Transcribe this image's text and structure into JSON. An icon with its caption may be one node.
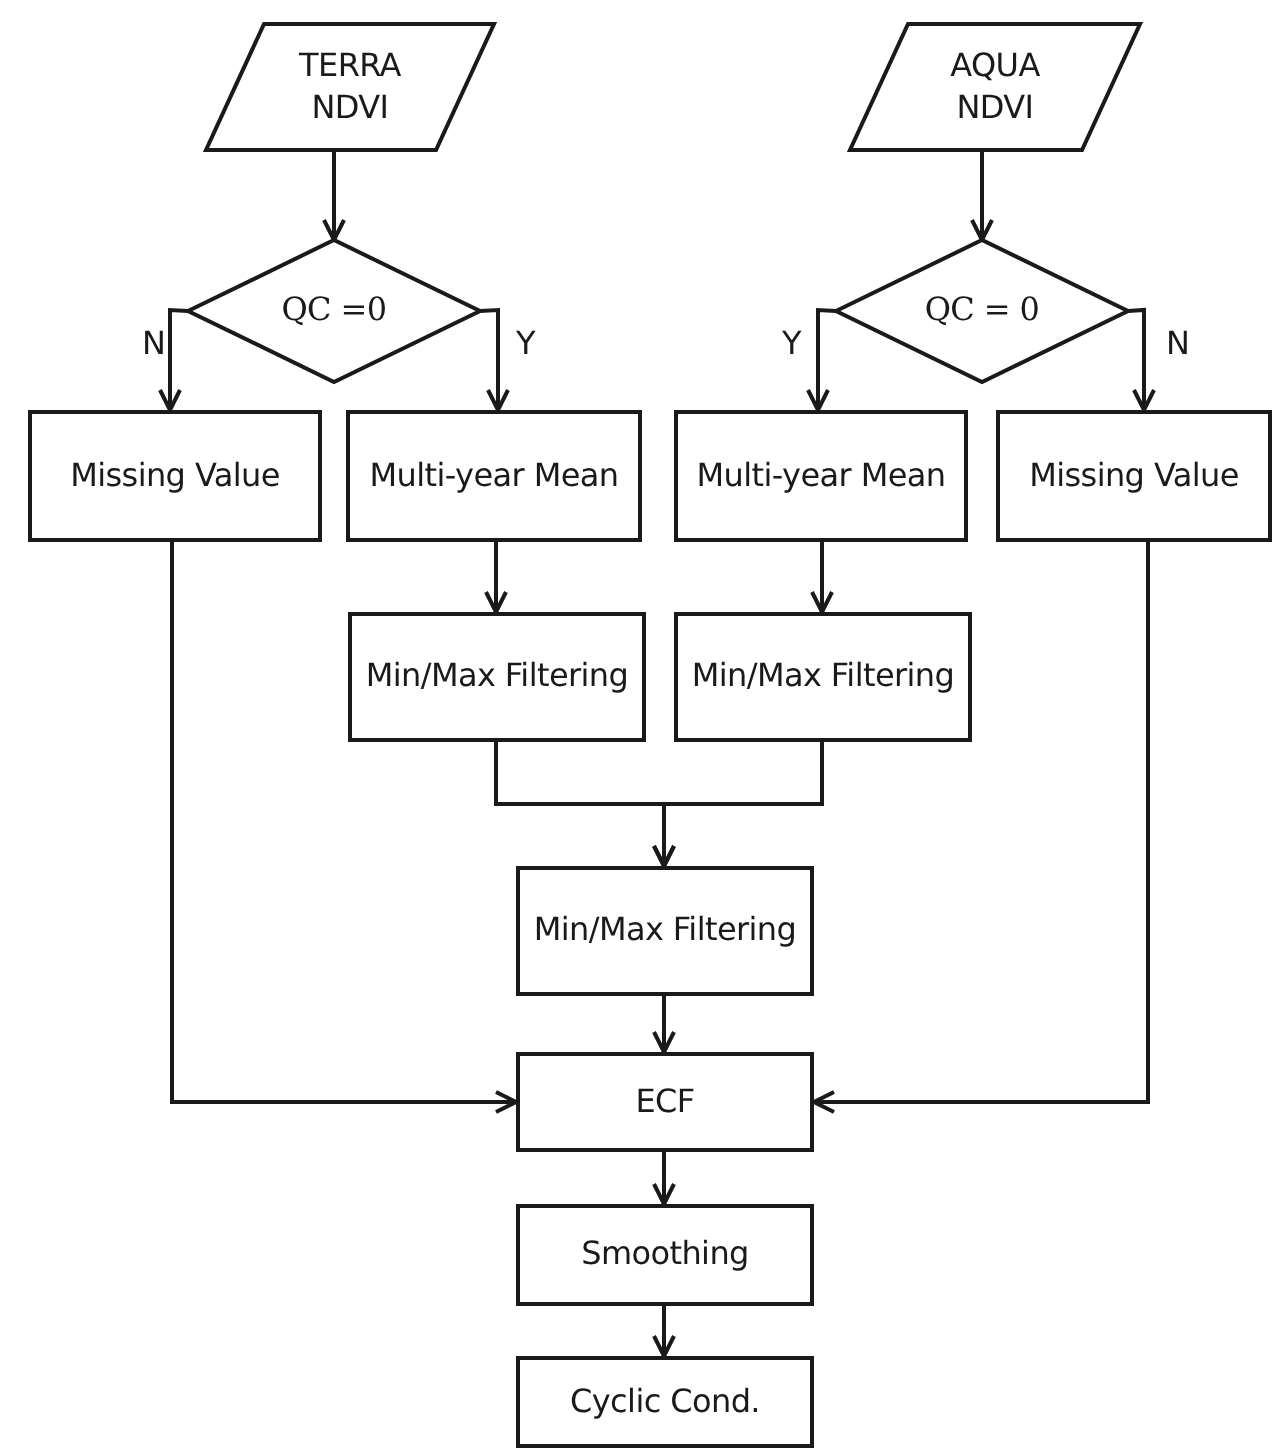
{
  "diagram": {
    "nodes": [
      {
        "text": [
          "TERRA NDVI"
        ]
      },
      {
        "text": [
          "QC =0"
        ]
      },
      {
        "text": [
          "AQUA NDVI"
        ]
      },
      {
        "text": [
          "QC = 0"
        ]
      },
      {
        "text": [
          "Missing Value"
        ]
      },
      {
        "text": [
          "Multi-year Mean"
        ]
      },
      {
        "text": [
          "Multi-year Mean"
        ]
      },
      {
        "text": [
          "Missing Value"
        ]
      },
      {
        "text": [
          "Min/Max Filtering"
        ]
      },
      {
        "text": [
          "Min/Max Filtering"
        ]
      },
      {
        "text": [
          "Min/Max Filtering"
        ]
      },
      {
        "text": [
          "ECF"
        ]
      },
      {
        "text": [
          "Smoothing"
        ]
      },
      {
        "text": [
          "Cyclic Cond."
        ]
      }
    ],
    "edges": [
      {
        "from": 0,
        "to": 1,
        "arrow": "to"
      },
      {
        "from": 2,
        "to": 3,
        "arrow": "to"
      },
      {
        "from": 1,
        "to": 4,
        "arrow": "to",
        "label": "N"
      },
      {
        "from": 1,
        "to": 5,
        "arrow": "to",
        "label": "Y"
      },
      {
        "from": 3,
        "to": 6,
        "arrow": "to",
        "label": "Y"
      },
      {
        "from": 3,
        "to": 7,
        "arrow": "to",
        "label": "N"
      },
      {
        "from": 5,
        "to": 8,
        "arrow": "to"
      },
      {
        "from": 6,
        "to": 9,
        "arrow": "to"
      },
      {
        "from": 8,
        "to": 10,
        "arrow": "to"
      },
      {
        "from": 9,
        "to": 10,
        "arrow": "to"
      },
      {
        "from": 10,
        "to": 11,
        "arrow": "to"
      },
      {
        "from": 4,
        "to": 11,
        "arrow": "to"
      },
      {
        "from": 7,
        "to": 11,
        "arrow": "to"
      },
      {
        "from": 11,
        "to": 12,
        "arrow": "to"
      },
      {
        "from": 12,
        "to": 13,
        "arrow": "to"
      }
    ]
  }
}
